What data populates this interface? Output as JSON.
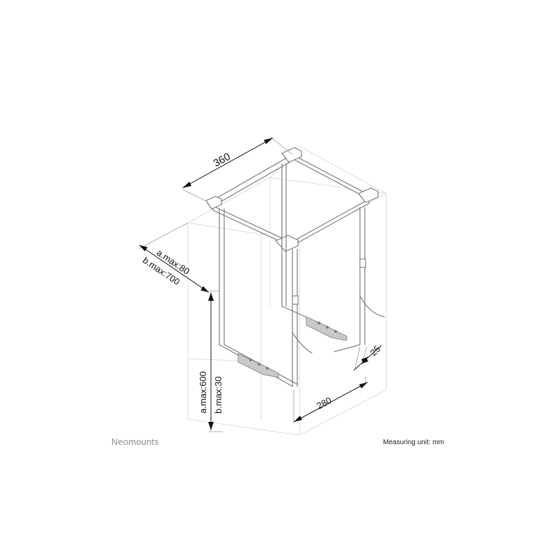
{
  "brand": "Neomounts",
  "unit_note": "Measuring unit: mm",
  "dimensions": {
    "width": "360",
    "depth_a": "a.max:80",
    "depth_b": "b.max:700",
    "height_a": "a.max:600",
    "height_b": "b.max:30",
    "gap": "25",
    "base": "280"
  }
}
